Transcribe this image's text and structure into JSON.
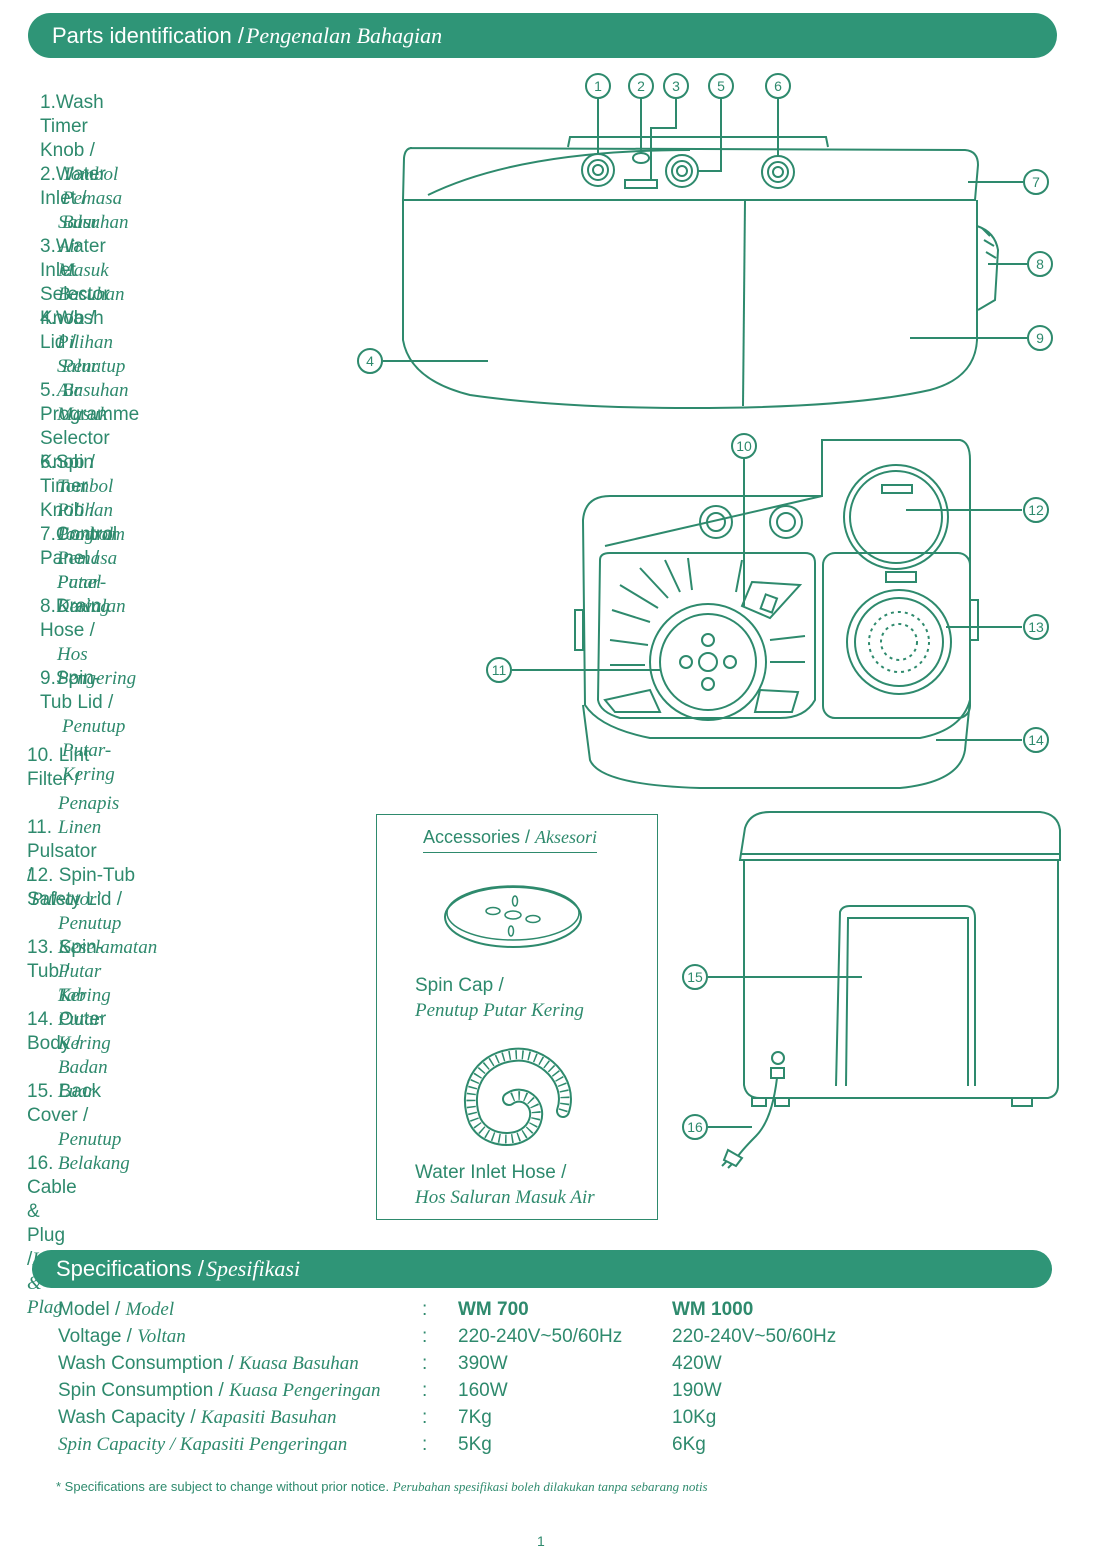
{
  "parts_banner": {
    "en": "Parts identification / ",
    "ms": "Pengenalan Bahagian"
  },
  "parts": [
    {
      "num": "1.",
      "en": "Wash Timer Knob /",
      "ms": "Tombol Pemasa Basuhan"
    },
    {
      "num": "2.",
      "en": "Water Inlet /",
      "ms": "Salur Air Masuk Basuhan"
    },
    {
      "num": "3.",
      "en": "Water Inlet Selector Knob /",
      "ms": "Pilihan Salur Air Masuk"
    },
    {
      "num": "4.",
      "en": "Wash Lid /",
      "ms": "Penutup Basuhan"
    },
    {
      "num": "5.",
      "en": "Programme Selector Knob /",
      "ms": "Tombol Pilihan Program"
    },
    {
      "num": "6.",
      "en": "Spin Timer Knob /",
      "ms": "Tombol Pemasa Putar-Kering"
    },
    {
      "num": "7.",
      "en": "Control Panel /",
      "ms": "Panel Kawalan"
    },
    {
      "num": "8.",
      "en": "Drain Hose /",
      "ms": "Hos Pengering"
    },
    {
      "num": "9.",
      "en": "Spin-Tub Lid /",
      "ms": "Penutup Putar-Kering"
    },
    {
      "num": "10.",
      "en": "Lint Filter /",
      "ms": "Penapis Linen"
    },
    {
      "num": "11.",
      "en": "Pulsator /",
      "ms": "'Pulsator'"
    },
    {
      "num": "12.",
      "en": "Spin-Tub Safety Lid /",
      "ms": "Penutup Keselamatan Putar Kering"
    },
    {
      "num": "13.",
      "en": "Spin-Tub /",
      "ms": "Tab Putar Kering"
    },
    {
      "num": "14.",
      "en": "Outer Body /",
      "ms": "Badan Luar"
    },
    {
      "num": "15.",
      "en": "Back Cover /",
      "ms": "Penutup Belakang"
    },
    {
      "num": "16.",
      "en": "Cable & Plug /",
      "ms": "Kabel & Plag"
    }
  ],
  "callouts": [
    "1",
    "2",
    "3",
    "4",
    "5",
    "6",
    "7",
    "8",
    "9",
    "10",
    "11",
    "12",
    "13",
    "14",
    "15",
    "16"
  ],
  "accessories": {
    "title_en": "Accessories / ",
    "title_ms": "Aksesori",
    "items": [
      {
        "en": "Spin Cap /",
        "ms": "Penutup Putar Kering",
        "icon": "spin-cap-icon"
      },
      {
        "en": "Water Inlet Hose /",
        "ms": "Hos Saluran Masuk Air",
        "icon": "water-inlet-hose-icon"
      }
    ]
  },
  "spec_banner": {
    "en": "Specifications / ",
    "ms": "Spesifikasi"
  },
  "specs": [
    {
      "en": "Model / ",
      "ms": "Model",
      "colon": ":",
      "v1": "WM 700",
      "v2": "WM 1000"
    },
    {
      "en": "Voltage / ",
      "ms": "Voltan",
      "colon": ":",
      "v1": "220-240V~50/60Hz",
      "v2": "220-240V~50/60Hz"
    },
    {
      "en": "Wash Consumption / ",
      "ms": "Kuasa Basuhan",
      "colon": ":",
      "v1": "390W",
      "v2": "420W"
    },
    {
      "en": "Spin Consumption / ",
      "ms": "Kuasa Pengeringan",
      "colon": ":",
      "v1": "160W",
      "v2": "190W"
    },
    {
      "en": "Wash Capacity / ",
      "ms": "Kapasiti Basuhan",
      "colon": ":",
      "v1": "7Kg",
      "v2": "10Kg"
    },
    {
      "en": "Spin Capacity / ",
      "ms": "Kapasiti Pengeringan",
      "colon": ":",
      "v1": "5Kg",
      "v2": "6Kg"
    }
  ],
  "note": {
    "en": "* Specifications are subject to change without prior notice. ",
    "ms": "Perubahan spesifikasi boleh dilakukan tanpa sebarang notis"
  },
  "page_number": "1",
  "colors": {
    "accent": "#2f9577",
    "line": "#2e8a6d"
  }
}
